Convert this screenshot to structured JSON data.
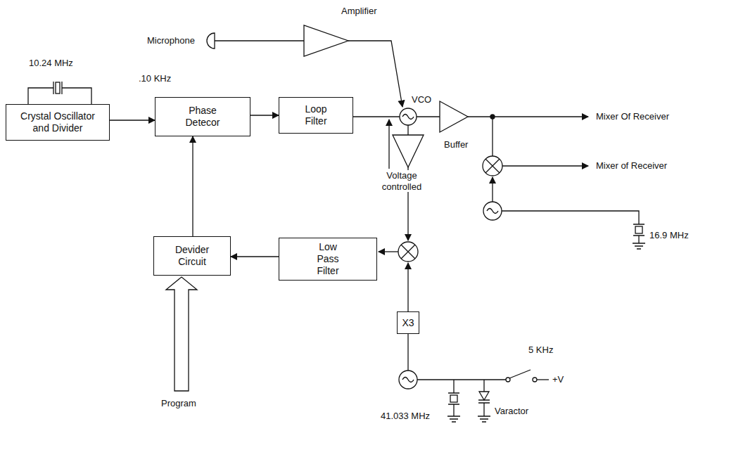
{
  "diagram": {
    "nodes": [
      {
        "text": [
          "Crystal Oscillator and Divider"
        ]
      },
      {
        "text": [
          "Phase Detecor"
        ]
      },
      {
        "text": [
          "Loop Filter"
        ]
      },
      {
        "text": [
          "Devider Circuit"
        ]
      },
      {
        "text": [
          "Low Pass Filter"
        ]
      },
      {
        "text": [
          "X3"
        ]
      }
    ],
    "edges": [
      {
        "from": 0,
        "to": 1,
        "arrow": "to"
      },
      {
        "from": 1,
        "to": 2,
        "arrow": "to"
      },
      {
        "from": 4,
        "to": 3,
        "arrow": "to"
      },
      {
        "from": 3,
        "to": 1,
        "arrow": "to"
      }
    ],
    "labels": [
      "Amplifier",
      "Microphone",
      "10.24 MHz",
      ".10 KHz",
      "VCO",
      "Mixer Of Receiver",
      "Buffer",
      "Mixer of Receiver",
      "Voltage controlled",
      "16.9 MHz",
      "5 KHz",
      "+V",
      "Program",
      "41.033 MHz",
      "Varactor"
    ]
  }
}
